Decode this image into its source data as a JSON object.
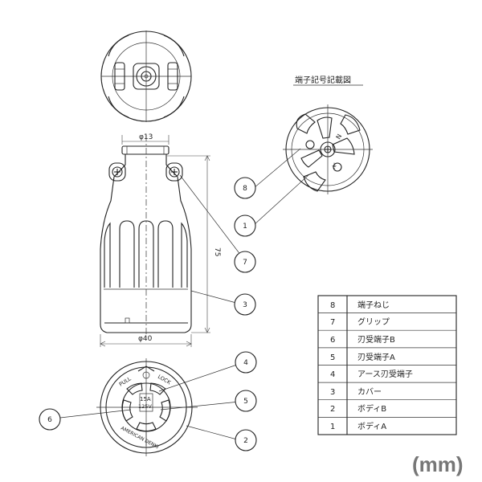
{
  "title": "端子記号記載図",
  "dimensions": {
    "top_diameter": "φ13",
    "height": "75",
    "bottom_diameter": "φ40"
  },
  "callouts": [
    "8",
    "1",
    "7",
    "3",
    "4",
    "5",
    "6",
    "2"
  ],
  "face_text": {
    "pull": "PULL",
    "lock": "LOCK",
    "rating_a": "15A",
    "rating_v": "125V",
    "maker": "AMERICAN DENKI",
    "terminal_n": "N",
    "terminal_g": "⏚"
  },
  "parts_table": [
    {
      "no": "8",
      "name": "端子ねじ"
    },
    {
      "no": "7",
      "name": "グリップ"
    },
    {
      "no": "6",
      "name": "刃受端子B"
    },
    {
      "no": "5",
      "name": "刃受端子A"
    },
    {
      "no": "4",
      "name": "アース刃受端子"
    },
    {
      "no": "3",
      "name": "カバー"
    },
    {
      "no": "2",
      "name": "ボディB"
    },
    {
      "no": "1",
      "name": "ボディA"
    }
  ],
  "unit": "(mm)"
}
